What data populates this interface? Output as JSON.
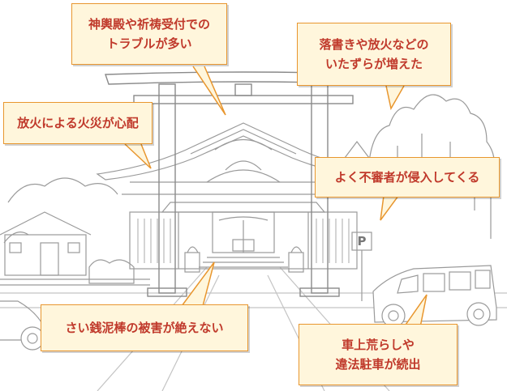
{
  "colors": {
    "bubble_fill": "#fff6dc",
    "bubble_border": "#e8962e",
    "bubble_text": "#c0392b",
    "line_art": "#9a9a9a"
  },
  "callouts": [
    {
      "id": "shrine-office",
      "lines": [
        "神輿殿や祈祷受付での",
        "トラブルが多い"
      ]
    },
    {
      "id": "mischief",
      "lines": [
        "落書きや放火などの",
        "いたずらが増えた"
      ]
    },
    {
      "id": "fire",
      "lines": [
        "放火による火災が心配"
      ]
    },
    {
      "id": "intruder",
      "lines": [
        "よく不審者が侵入してくる"
      ]
    },
    {
      "id": "theft",
      "lines": [
        "さい銭泥棒の被害が絶えない"
      ]
    },
    {
      "id": "parking",
      "lines": [
        "車上荒らしや",
        "違法駐車が続出"
      ]
    }
  ],
  "scene": {
    "parking_sign": "P"
  }
}
